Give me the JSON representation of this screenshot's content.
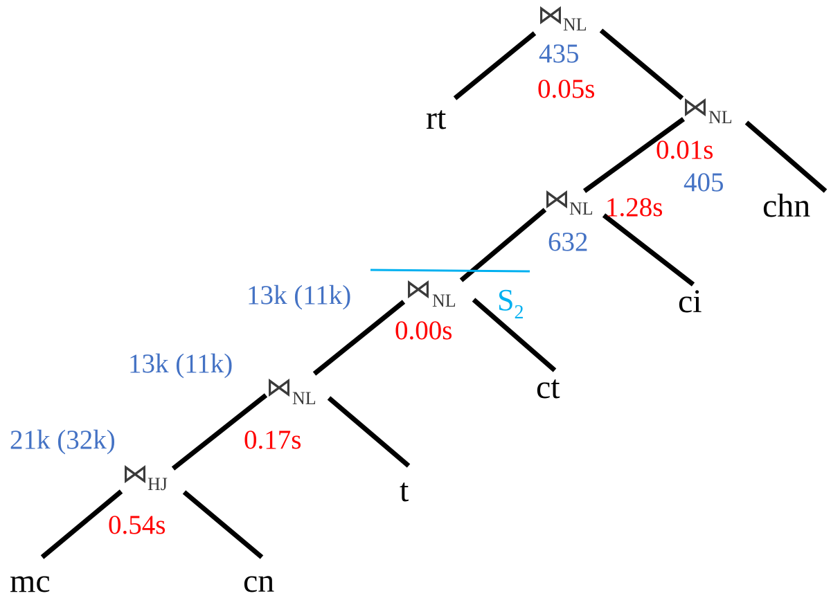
{
  "colors": {
    "edge": "#000000",
    "cardinality": "#4472c4",
    "time": "#ff0000",
    "cut": "#00b0f0",
    "operator": "#3a3a3a"
  },
  "operator_symbol": "⋈",
  "joins": [
    {
      "algorithm": "NL",
      "cardinality": "435",
      "time": "0.05s"
    },
    {
      "algorithm": "NL",
      "cardinality": "405",
      "time": "0.01s"
    },
    {
      "algorithm": "NL",
      "cardinality": "632",
      "time": "1.28s"
    },
    {
      "algorithm": "NL",
      "cardinality": "13k (11k)",
      "time": "0.00s"
    },
    {
      "algorithm": "NL",
      "cardinality": "13k (11k)",
      "time": "0.17s"
    },
    {
      "algorithm": "HJ",
      "cardinality": "21k (32k)",
      "time": "0.54s"
    }
  ],
  "leaves": [
    "rt",
    "chn",
    "ci",
    "ct",
    "t",
    "mc",
    "cn"
  ],
  "cut": {
    "label": "S",
    "subscript": "2"
  }
}
